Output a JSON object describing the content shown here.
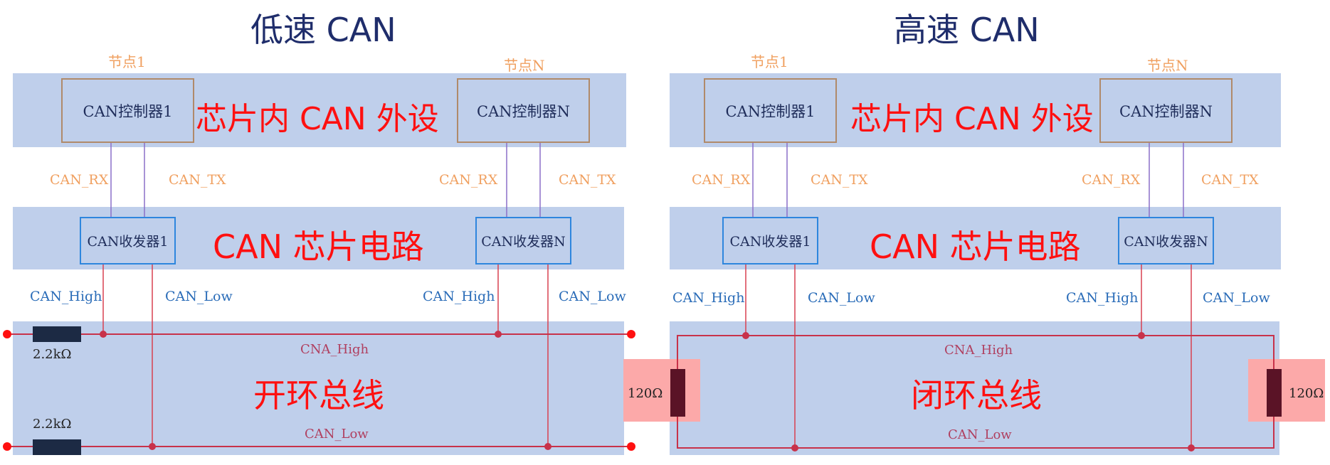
{
  "left": {
    "title": "低速 CAN",
    "node1": "节点1",
    "nodeN": "节点N",
    "controller1": "CAN控制器1",
    "controllerN": "CAN控制器N",
    "peripheral_label": "芯片内 CAN 外设",
    "rx1": "CAN_RX",
    "tx1": "CAN_TX",
    "rx2": "CAN_RX",
    "tx2": "CAN_TX",
    "transceiver1": "CAN收发器1",
    "transceiverN": "CAN收发器N",
    "chip_circuit_label": "CAN 芯片电路",
    "high1": "CAN_High",
    "low1": "CAN_Low",
    "high2": "CAN_High",
    "low2": "CAN_Low",
    "resistor_top": "2.2kΩ",
    "resistor_bottom": "2.2kΩ",
    "bus_high": "CNA_High",
    "bus_low": "CAN_Low",
    "bus_label": "开环总线",
    "terminator": "120Ω"
  },
  "right": {
    "title": "高速 CAN",
    "node1": "节点1",
    "nodeN": "节点N",
    "controller1": "CAN控制器1",
    "controllerN": "CAN控制器N",
    "peripheral_label": "芯片内 CAN 外设",
    "rx1": "CAN_RX",
    "tx1": "CAN_TX",
    "rx2": "CAN_RX",
    "tx2": "CAN_TX",
    "transceiver1": "CAN收发器1",
    "transceiverN": "CAN收发器N",
    "chip_circuit_label": "CAN 芯片电路",
    "high1": "CAN_High",
    "low1": "CAN_Low",
    "high2": "CAN_High",
    "low2": "CAN_Low",
    "bus_high": "CNA_High",
    "bus_low": "CAN_Low",
    "bus_label": "闭环总线",
    "terminator": "120Ω"
  },
  "colors": {
    "band": "#bfcfeb",
    "red_text": "#ff1010",
    "bus_line": "#c8324a",
    "terminator_bg": "#fca9a9",
    "resistor_dark": "#1c2a44"
  }
}
